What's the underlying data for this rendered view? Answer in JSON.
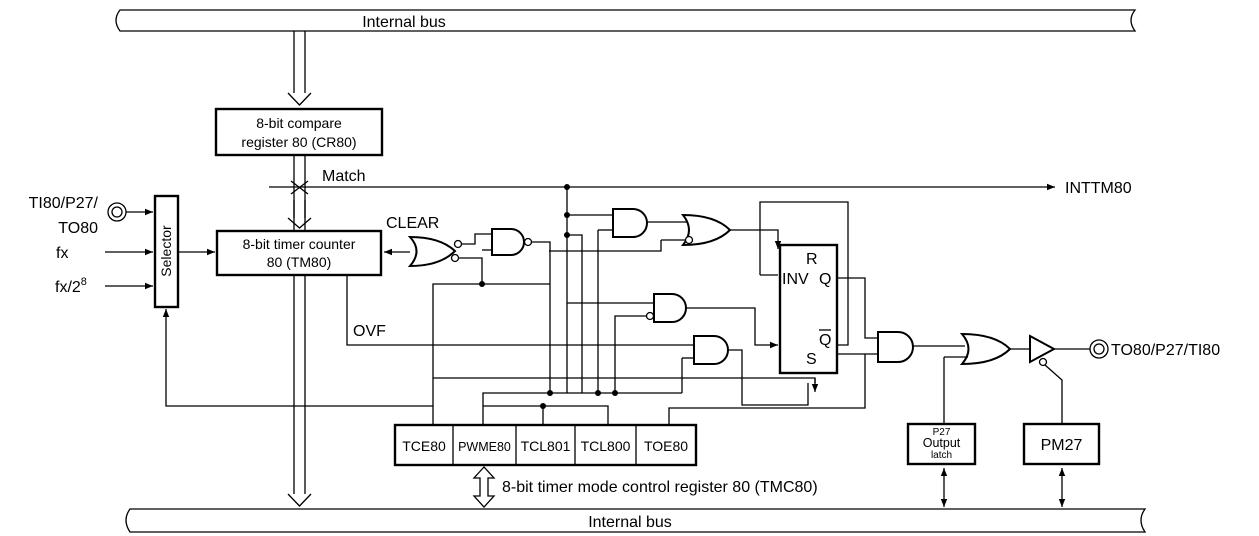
{
  "diagram": {
    "buses": {
      "top": "Internal bus",
      "bottom": "Internal bus"
    },
    "blocks": {
      "compare_register": [
        "8-bit compare",
        "register 80 (CR80)"
      ],
      "timer_counter": [
        "8-bit timer counter",
        "80 (TM80)"
      ],
      "selector": "Selector",
      "p27_latch": [
        "P27",
        "Output",
        "latch"
      ],
      "pm27": "PM27"
    },
    "tmc80": {
      "bits": [
        "TCE80",
        "PWME80",
        "TCL801",
        "TCL800",
        "TOE80"
      ],
      "caption": "8-bit timer mode control register 80 (TMC80)"
    },
    "flipflop": {
      "r": "R",
      "inv": "INV",
      "q": "Q",
      "qbar": "Q",
      "s": "S"
    },
    "signals": {
      "match": "Match",
      "clear": "CLEAR",
      "ovf": "OVF",
      "inttm": "INTTM80",
      "ti_pin": [
        "TI80/P27/",
        "TO80"
      ],
      "fx": "fx",
      "fx28": "fx/2",
      "fx28_exp": "8",
      "to_pin": "TO80/P27/TI80"
    },
    "colors": {
      "line": "#000000",
      "background": "#ffffff"
    }
  }
}
